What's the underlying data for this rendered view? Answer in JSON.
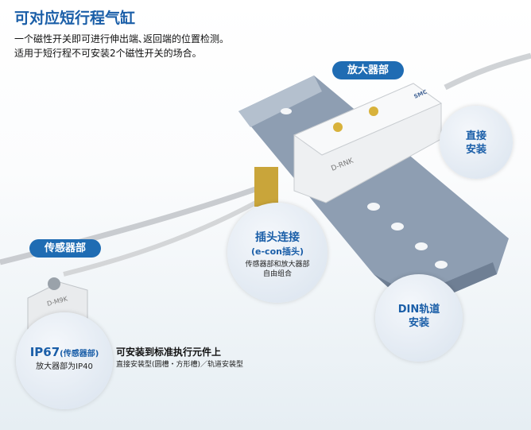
{
  "header": {
    "title": "可对应短行程气缸",
    "lines": [
      "一个磁性开关即可进行伸出端､返回端的位置检测。",
      "适用于短行程不可安装2个磁性开关的场合。"
    ]
  },
  "labels": {
    "amplifier": "放大器部",
    "sensor": "传感器部"
  },
  "callouts": {
    "direct": {
      "title": "直接\n安装"
    },
    "connector": {
      "title": "插头连接",
      "subtitle": "(e-con插头)",
      "desc": "传感器部和放大器部\n自由组合"
    },
    "din": {
      "title": "DIN轨道\n安装"
    },
    "ip67": {
      "title": "IP67",
      "title_note": "(传感器部)",
      "desc": "放大器部为IP40"
    }
  },
  "mounting": {
    "title": "可安装到标准执行元件上",
    "desc": "直接安装型(圆槽・方形槽)／轨道安装型"
  },
  "product": {
    "amp_model": "D-RNK",
    "sensor_model": "D-M9K",
    "brand": "SMC"
  },
  "colors": {
    "accent": "#1f6cb3",
    "title": "#1a5ea8"
  }
}
